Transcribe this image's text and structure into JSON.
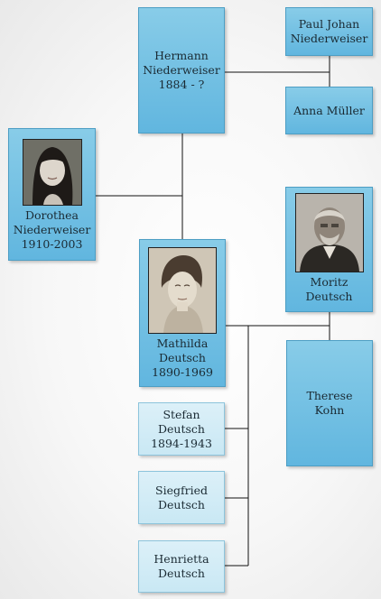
{
  "people": {
    "hermann": {
      "first": "Hermann",
      "last": "Niederweiser",
      "dates": "1884 - ?"
    },
    "paul": {
      "first": "Paul Johan",
      "last": "Niederweiser"
    },
    "anna": {
      "name": "Anna Müller"
    },
    "dorothea": {
      "first": "Dorothea",
      "last": "Niederweiser",
      "dates": "1910-2003"
    },
    "moritz": {
      "first": "Moritz",
      "last": "Deutsch"
    },
    "mathilda": {
      "first": "Mathilda",
      "last": "Deutsch",
      "dates": "1890-1969"
    },
    "therese": {
      "first": "Therese",
      "last": "Kohn"
    },
    "stefan": {
      "first": "Stefan",
      "last": "Deutsch",
      "dates": "1894-1943"
    },
    "siegfried": {
      "first": "Siegfried",
      "last": "Deutsch"
    },
    "henrietta": {
      "first": "Henrietta",
      "last": "Deutsch"
    }
  },
  "colors": {
    "box": "#6dbde2",
    "box_light": "#d3ecf6",
    "line": "#111111"
  },
  "icons": [
    "portrait-photo-dorothea",
    "portrait-photo-moritz",
    "portrait-photo-mathilda"
  ]
}
